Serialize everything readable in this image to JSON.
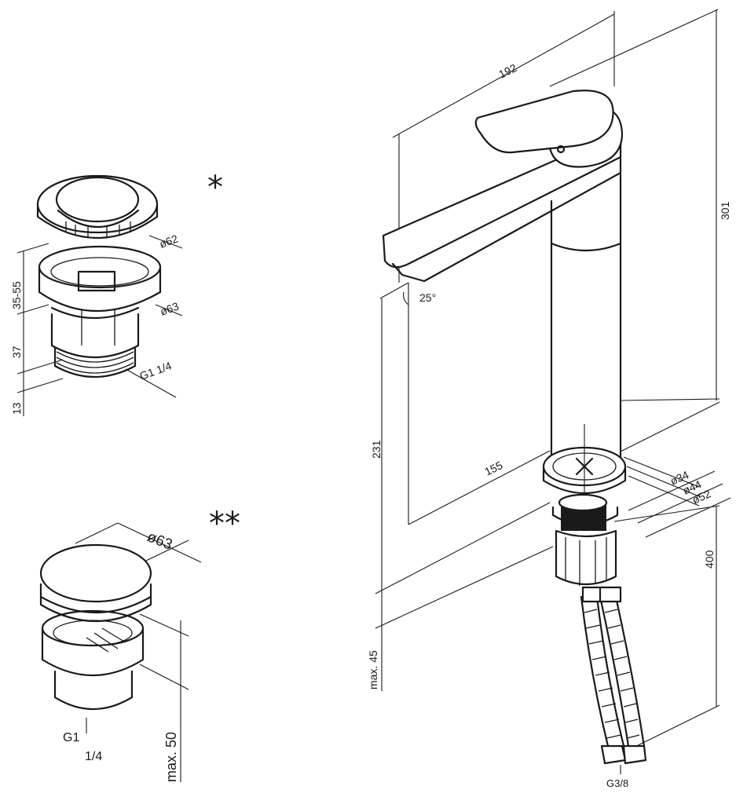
{
  "drawing": {
    "marks": {
      "single": "*",
      "double": "**"
    },
    "waste_top": {
      "d_cap": "ø62",
      "d_body": "ø63",
      "h_upper": "35-55",
      "h_mid": "37",
      "h_low": "13",
      "thread": "G1 1/4"
    },
    "waste_bottom": {
      "d_cap": "ø63",
      "height": "max. 50",
      "thread_a": "G1",
      "thread_b": "1/4"
    },
    "faucet": {
      "reach": "192",
      "height": "301",
      "angle": "25°",
      "spout_height": "231",
      "reach_low": "155",
      "d34": "ø34",
      "d44": "ø44",
      "d52": "ø52",
      "hose": "400",
      "deck": "max. 45",
      "hose_thread": "G3/8"
    }
  }
}
